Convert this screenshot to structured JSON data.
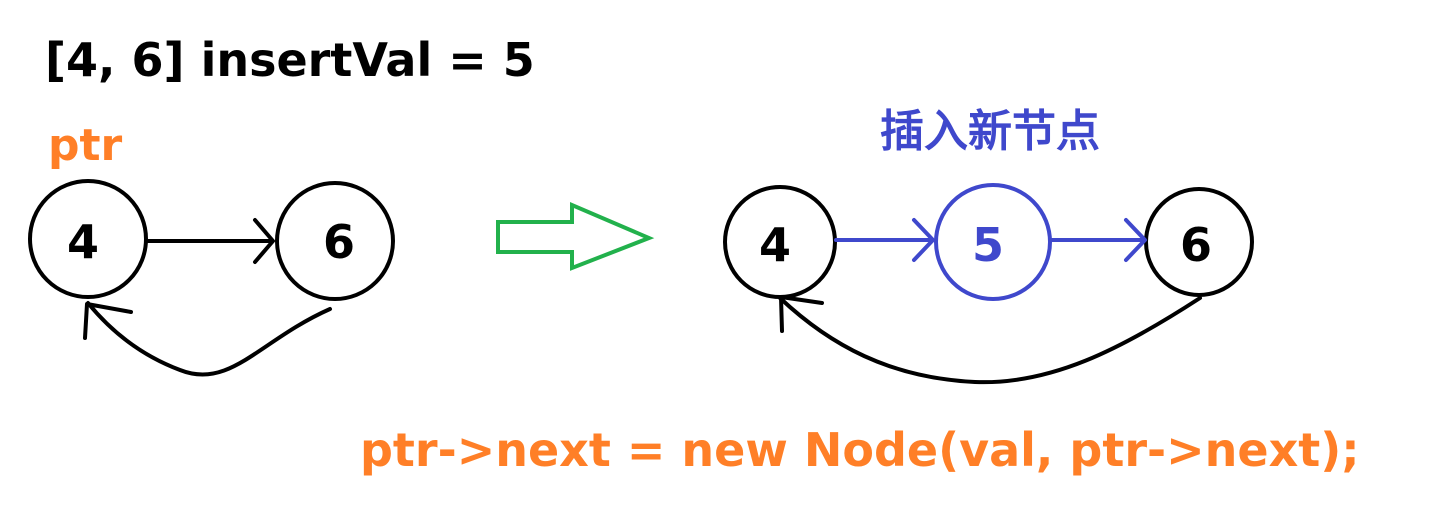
{
  "header": {
    "title": "[4, 6] insertVal = 5"
  },
  "before": {
    "pointer_label": "ptr",
    "nodes": [
      "4",
      "6"
    ]
  },
  "after": {
    "caption": "插入新节点",
    "nodes": [
      "4",
      "5",
      "6"
    ]
  },
  "code": {
    "line": "ptr->next = new Node(val, ptr->next);"
  },
  "colors": {
    "ink": "#000000",
    "accent_orange": "#ff7f27",
    "new_node_blue": "#3f48cc",
    "transition_arrow_green": "#22b14c"
  }
}
